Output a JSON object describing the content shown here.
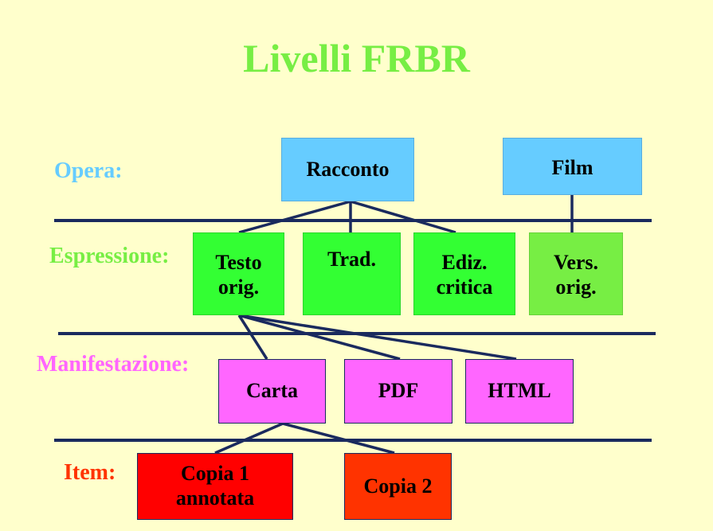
{
  "title": "Livelli FRBR",
  "colors": {
    "background": "#ffffcc",
    "title": "#77ee44",
    "opera": "#66ccff",
    "espressione": "#33ff33",
    "espressione_alt": "#77ee44",
    "manifestazione": "#ff66ff",
    "item": "#ff3300",
    "item_alt": "#ff0000",
    "lines": "#1a2a5e"
  },
  "levels": {
    "opera": "Opera:",
    "espressione": "Espressione:",
    "manifestazione": "Manifestazione:",
    "item": "Item:"
  },
  "nodes": {
    "racconto": {
      "lines": [
        "Racconto"
      ]
    },
    "film": {
      "lines": [
        "Film"
      ]
    },
    "testo_orig": {
      "lines": [
        "Testo",
        "orig."
      ]
    },
    "trad": {
      "lines": [
        "Trad."
      ]
    },
    "ediz_critica": {
      "lines": [
        "Ediz.",
        "critica"
      ]
    },
    "vers_orig": {
      "lines": [
        "Vers.",
        "orig."
      ]
    },
    "carta": {
      "lines": [
        "Carta"
      ]
    },
    "pdf": {
      "lines": [
        "PDF"
      ]
    },
    "html": {
      "lines": [
        "HTML"
      ]
    },
    "copia1": {
      "lines": [
        "Copia 1",
        "annotata"
      ]
    },
    "copia2": {
      "lines": [
        "Copia 2"
      ]
    }
  }
}
